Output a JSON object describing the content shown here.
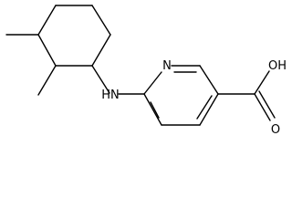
{
  "structure": {
    "atom_labels": {
      "nitrogen_ring": "N",
      "amine": "HN",
      "carboxyl": "OH",
      "carbonyl_oxygen": "O"
    }
  },
  "colors": {
    "bond": "#000000",
    "background": "#ffffff"
  }
}
